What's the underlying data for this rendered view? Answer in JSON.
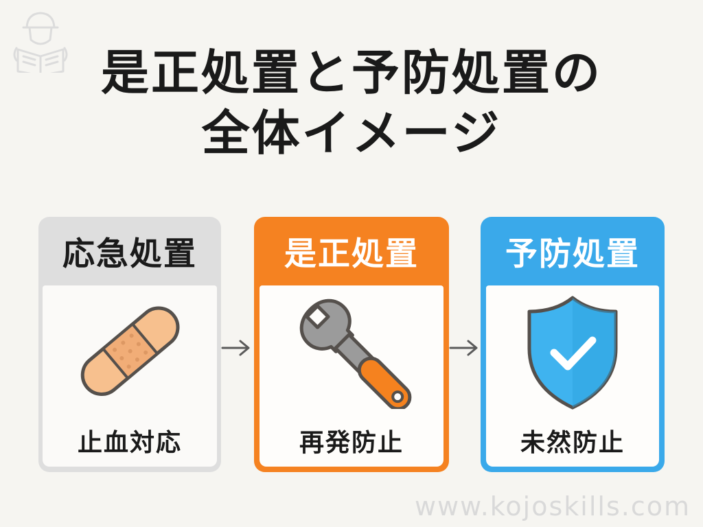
{
  "title": {
    "line1": "是正処置と予防処置の",
    "line2": "全体イメージ"
  },
  "steps": [
    {
      "label": "応急処置",
      "caption": "止血対応",
      "icon": "bandage-icon",
      "color": "#dedede"
    },
    {
      "label": "是正処置",
      "caption": "再発防止",
      "icon": "wrench-icon",
      "color": "#f58221"
    },
    {
      "label": "予防処置",
      "caption": "未然防止",
      "icon": "shield-check-icon",
      "color": "#3aa9ea"
    }
  ],
  "watermark": "www.kojoskills.com"
}
